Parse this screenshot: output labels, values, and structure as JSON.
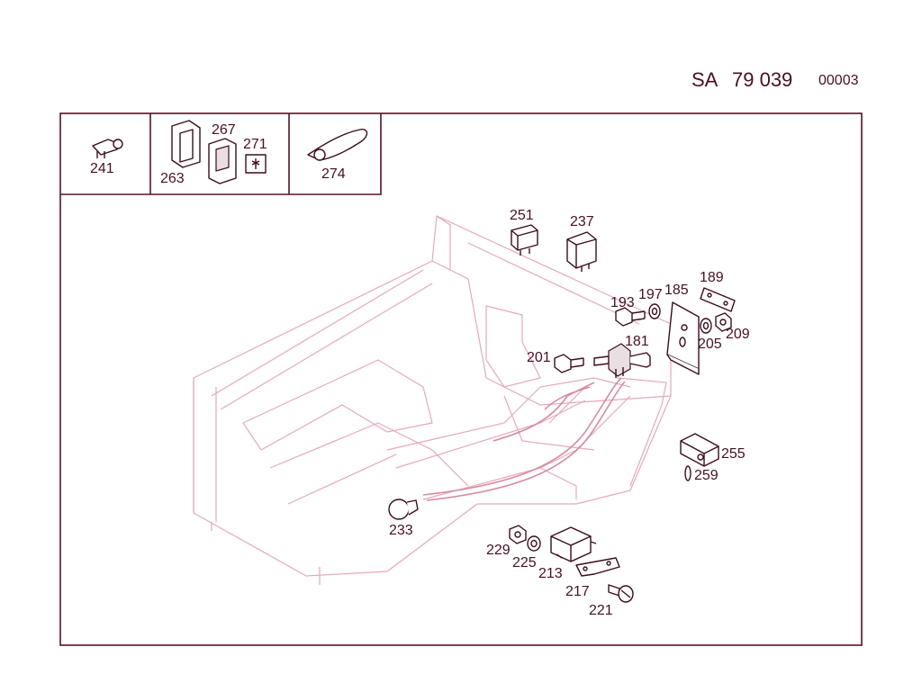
{
  "header": {
    "prefix": "SA",
    "number": "79 039",
    "page": "00003"
  },
  "colors": {
    "ink": "#4a0f22",
    "frame": "#5a1025",
    "ghost_outline": "#e6a9b8"
  },
  "inset_labels": {
    "l241": "241",
    "l263": "263",
    "l267": "267",
    "l271": "271",
    "l274": "274"
  },
  "part_labels": {
    "l251": "251",
    "l237": "237",
    "l189": "189",
    "l193": "193",
    "l197": "197",
    "l185": "185",
    "l181": "181",
    "l205": "205",
    "l209": "209",
    "l201": "201",
    "l255": "255",
    "l259": "259",
    "l233": "233",
    "l229": "229",
    "l225": "225",
    "l213": "213",
    "l217": "217",
    "l221": "221"
  }
}
